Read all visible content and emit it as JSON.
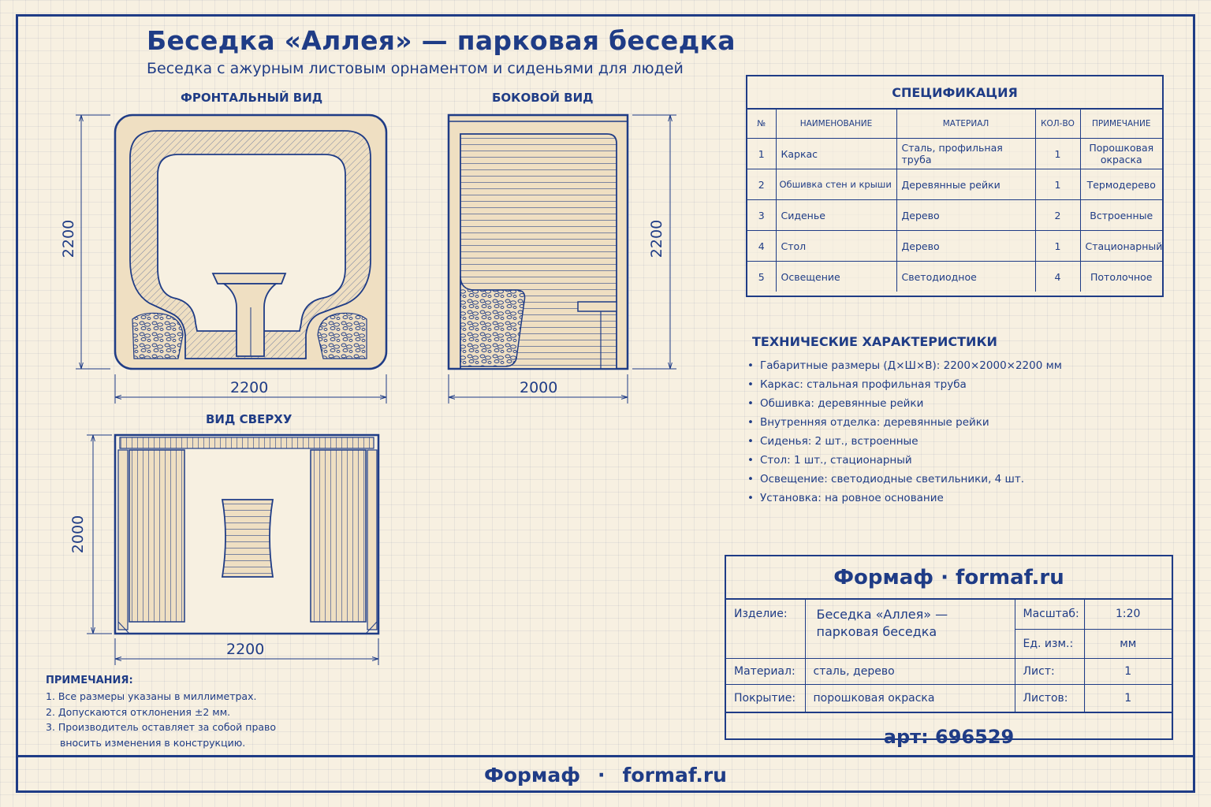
{
  "header": {
    "title": "Беседка «Аллея» — парковая беседка",
    "subtitle": "Беседка с ажурным листовым орнаментом и сиденьями для людей"
  },
  "views": {
    "front": {
      "label": "ФРОНТАЛЬНЫЙ ВИД",
      "width": "2200",
      "height": "2200"
    },
    "side": {
      "label": "БОКОВОЙ ВИД",
      "width": "2000",
      "height": "2200"
    },
    "top": {
      "label": "ВИД СВЕРХУ",
      "width": "2200",
      "height": "2000"
    }
  },
  "spec": {
    "title": "СПЕЦИФИКАЦИЯ",
    "columns": [
      "№",
      "НАИМЕНОВАНИЕ",
      "МАТЕРИАЛ",
      "КОЛ-ВО",
      "ПРИМЕЧАНИЕ"
    ],
    "rows": [
      [
        "1",
        "Каркас",
        "Сталь, профильная труба",
        "1",
        "Порошковая окраска"
      ],
      [
        "2",
        "Обшивка стен и крыши",
        "Деревянные рейки",
        "1",
        "Термодерево"
      ],
      [
        "3",
        "Сиденье",
        "Дерево",
        "2",
        "Встроенные"
      ],
      [
        "4",
        "Стол",
        "Дерево",
        "1",
        "Стационарный"
      ],
      [
        "5",
        "Освещение",
        "Светодиодное",
        "4",
        "Потолочное"
      ]
    ]
  },
  "tech": {
    "title": "ТЕХНИЧЕСКИЕ ХАРАКТЕРИСТИКИ",
    "items": [
      "Габаритные размеры (Д×Ш×В): 2200×2000×2200 мм",
      "Каркас: стальная профильная труба",
      "Обшивка: деревянные рейки",
      "Внутренняя отделка: деревянные рейки",
      "Сиденья: 2 шт., встроенные",
      "Стол: 1 шт., стационарный",
      "Освещение: светодиодные светильники, 4 шт.",
      "Установка: на ровное основание"
    ]
  },
  "title_block": {
    "brand": "Формаф · formaf.ru",
    "product_label": "Изделие:",
    "product_value": "Беседка «Аллея» — парковая беседка",
    "scale_label": "Масштаб:",
    "scale_value": "1:20",
    "unit_label": "Ед. изм.:",
    "unit_value": "мм",
    "material_label": "Материал:",
    "material_value": "сталь, дерево",
    "sheet_label": "Лист:",
    "sheet_value": "1",
    "coating_label": "Покрытие:",
    "coating_value": "порошковая окраска",
    "sheets_label": "Листов:",
    "sheets_value": "1",
    "article": "арт: 696529"
  },
  "notes": {
    "title": "ПРИМЕЧАНИЯ:",
    "items": [
      "1.  Все размеры указаны в миллиметрах.",
      "2.  Допускаются отклонения ±2 мм.",
      "3.  Производитель оставляет за собой право"
    ],
    "continuation": "вносить изменения в конструкцию."
  },
  "footer": {
    "brand": "Формаф",
    "separator": "·",
    "site": "formaf.ru"
  },
  "colors": {
    "ink": "#1f3c86",
    "paper": "#f7f0e1",
    "wood": "#efdfc2"
  }
}
